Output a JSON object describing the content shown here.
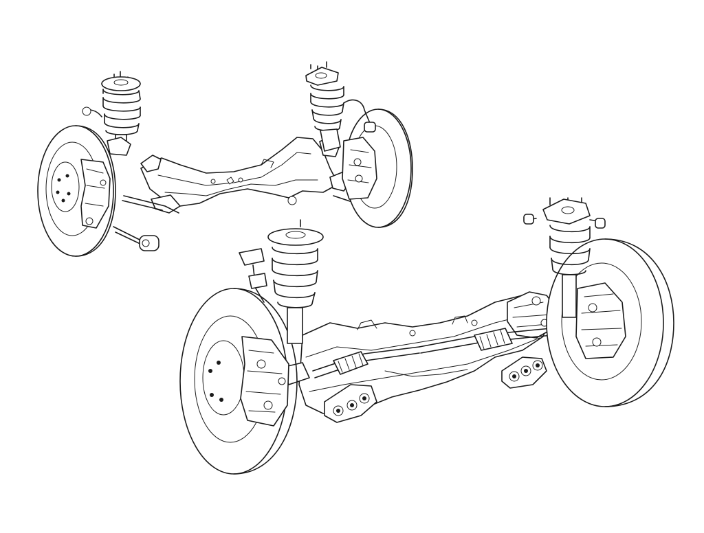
{
  "image": {
    "background": "#ffffff",
    "line_color": "#1a1a1a",
    "style": "technical line drawing",
    "assemblies": [
      {
        "name": "front-suspension-assembly",
        "components": [
          "left-strut-spring",
          "right-strut-spring",
          "left-wheel",
          "right-wheel",
          "subframe-crossmember",
          "lower-control-arm",
          "tie-rod",
          "brake-disc"
        ]
      },
      {
        "name": "rear-suspension-assembly",
        "components": [
          "left-strut-spring",
          "right-strut-spring",
          "left-wheel",
          "right-wheel",
          "differential",
          "drive-shafts",
          "mounting-brackets",
          "brake-disc"
        ]
      }
    ]
  }
}
